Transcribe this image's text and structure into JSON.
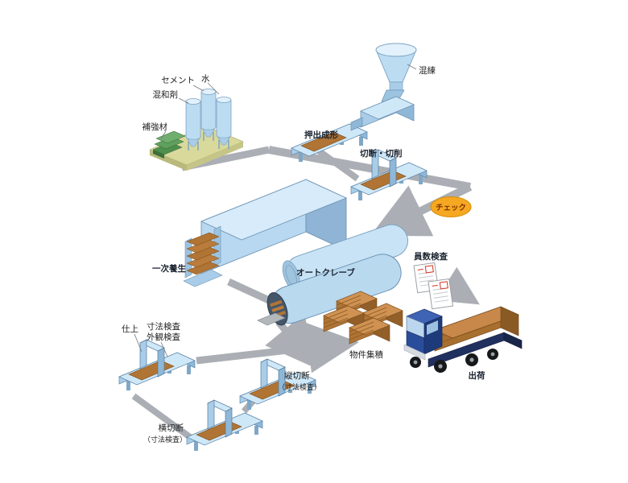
{
  "diagram": {
    "materials": {
      "admixture": "混和剤",
      "cement": "セメント",
      "water": "水",
      "reinforcement": "補強材"
    },
    "stages": {
      "kneading": "混練",
      "extrusion": "押出成形",
      "cutting": "切断・切削",
      "check": "チェック",
      "primary_curing": "一次養生",
      "autoclave": "オートクレーブ",
      "count_inspection": "員数検査",
      "finishing": "仕上",
      "dim_inspection": "寸法検査",
      "visual_inspection": "外観検査",
      "vertical_cutting": "縦切断",
      "vertical_cutting_note": "（寸法検査）",
      "horizontal_cutting": "横切断",
      "horizontal_cutting_note": "（寸法検査）",
      "stacking": "物件集積",
      "shipping": "出荷"
    },
    "colors": {
      "machine_light": "#cfe8f8",
      "machine_mid": "#a9cde8",
      "machine_dark": "#8fb8d8",
      "path_gray": "#abafb5",
      "panel_brown": "#b07434",
      "check_fill": "#f7a823",
      "truck_blue": "#2a4d9b"
    }
  }
}
